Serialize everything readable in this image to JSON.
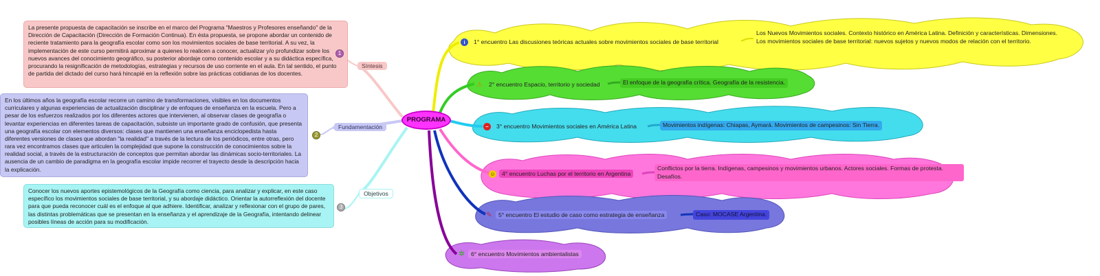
{
  "central": {
    "label": "PROGRAMA"
  },
  "left_branches": [
    {
      "label": "Síntesis",
      "number": "1",
      "color": "#f8b8b8",
      "text": "La presente propuesta de capacitación se inscribe en el marco del Programa    \"Maestros y Profesores enseñando\" de la Dirección de Capacitación (Dirección de Formación Continua). En ésta propuesta, se propone abordar un contenido de reciente tratamiento para la geografía escolar como son los movimientos sociales de base territorial. A su vez, la implementación de este curso permitirá aproximar a quienes lo realicen a   conocer, actualizar y/o profundizar sobre los nuevos avances  del conocimiento geográfico, su posterior abordaje como contenido escolar y a su didáctica específica, procurando la resignificación de metodologías, estrategias y recursos de uso corriente en el  aula. En tal sentido, el  punto de partida  del dictado del curso hará hincapié en la reflexión sobre las prácticas cotidianas de los docentes."
    },
    {
      "label": "Fundamentación",
      "number": "2",
      "color": "#c8c8f4",
      "text": "En los últimos años la geografía escolar recorre un camino de transformaciones, visibles en los documentos curriculares y algunas experiencias de actualización disciplinar y de enfoques de enseñanza en la escuela. Pero a pesar de los esfuerzos realizados por los diferentes actores que intervienen, al observar clases de geografía o levantar experiencias en diferentes tareas de capacitación, subsiste un importante grado de confusión, que presenta una geografía escolar con elementos diversos: clases que mantienen una enseñanza enciclopedista hasta diferentes versiones de clases que abordan \"la realidad\" a través de la lectura de los periódicos, entre otras, pero rara vez encontramos clases que articulen la complejidad que supone la construcción de conocimientos sobre la realidad social, a través de la estructuración de conceptos que permitan abordar las dinámicas socio-territoriales. La ausencia de un cambio de paradigma en la geografía escolar impide recorrer el trayecto desde la descripción hacia la explicación."
    },
    {
      "label": "Objetivos",
      "number": "3",
      "color": "#a8f4f4",
      "text": "Conocer los nuevos aportes epistemológicos de la Geografía como ciencia, para analizar y explicar, en este caso específico los movimientos sociales de base territorial, y su abordaje didáctico. Orientar la autorreflexión del docente para que pueda reconocer cuál es el enfoque al que adhiere. Identificar, analizar y reflexionar con el grupo de pares, las distintas problemáticas que se presentan en la enseñanza y el aprendizaje de la Geografía, intentando delinear posibles líneas de acción para su modificación."
    }
  ],
  "right_branches": [
    {
      "label": "1° encuentro Las discusiones teóricas actuales sobre movimientos sociales de base territorial",
      "icon": "info-icon",
      "color": "#ffff44",
      "sub": "Los Nuevos Movimientos sociales. Contexto histórico en América Latina. Definición y características. Dimensiones. Los movimientos sociales de base territorial: nuevos sujetos y nuevos modos de relación con el territorio."
    },
    {
      "label": "2° encuentro Espacio, territorio y sociedad",
      "icon": "warning-icon",
      "color": "#55dd33",
      "sub": "El enfoque de la geografía crítica. Geografía de la resistencia."
    },
    {
      "label": "3° encuentro Movimientos sociales en América Latina",
      "icon": "no-entry-icon",
      "color": "#44ddee",
      "sub": "Movimientos indígenas: Chiapas, Aymará. Movimientos de campesinos: Sin Tierra."
    },
    {
      "label": "4° encuentro Luchas por el territorio en Argentina",
      "icon": "smiley-icon",
      "color": "#ff77dd",
      "sub": "Conflictos por la tierra. Indígenas, campesinos y movimientos urbanos. Actores sociales. Formas de protesta. Desafíos."
    },
    {
      "label": "5° encuentro El estudio de caso como estrategia de enseñanza",
      "icon": "pencil-icon",
      "color": "#7777dd",
      "sub": "Caso: MOCASE Argentina."
    },
    {
      "label": "6° encuentro Movimientos ambientalistas",
      "icon": "gear-icon",
      "color": "#cc77ee",
      "sub": ""
    }
  ]
}
